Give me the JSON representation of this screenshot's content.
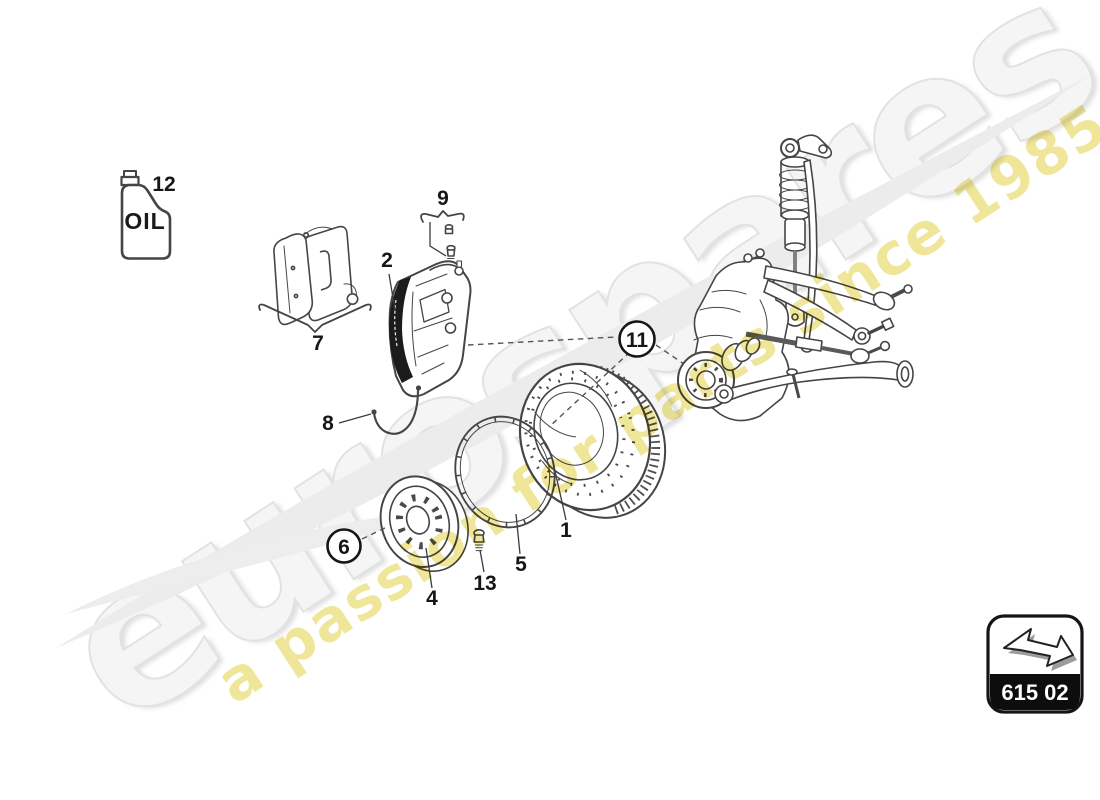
{
  "watermark": {
    "brand": "eurospares",
    "tagline": "a passion for parts since 1985"
  },
  "diagram": {
    "oil_label": "OIL",
    "part_code": "615 02"
  },
  "callouts": {
    "disc": "1",
    "caliper": "2",
    "hub_bell": "4",
    "retaining_ring": "5",
    "hub_circle": "6",
    "brake_pads": "7",
    "retaining_wire": "8",
    "bleeder_kit": "9",
    "knuckle_circle": "11",
    "oil": "12",
    "screw": "13"
  },
  "colors": {
    "line": "#454545",
    "label": "#161616",
    "swoosh": "#ececec",
    "brand_grey": "#f5f5f5",
    "tagline_yellow": "#e6d65c",
    "code_bar": "#0d0d0d"
  }
}
